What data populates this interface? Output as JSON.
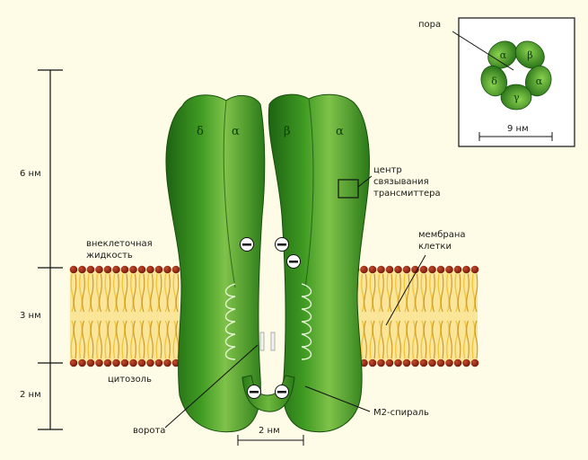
{
  "scale": {
    "top": "6 нм",
    "middle": "3 нм",
    "bottom": "2 нм"
  },
  "labels": {
    "extracellular": [
      "внеклеточная",
      "жидкость"
    ],
    "cytosol": "цитозоль",
    "gate": "ворота",
    "m2": "M2-спираль",
    "membrane": [
      "мембрана",
      "клетки"
    ],
    "binding_site": [
      "центр",
      "связывания",
      "трансмиттера"
    ],
    "width": "2 нм"
  },
  "subunits": [
    "δ",
    "α",
    "β",
    "α"
  ],
  "inset": {
    "pore": "пора",
    "subunits": [
      "α",
      "β",
      "α",
      "γ",
      "δ"
    ],
    "size": "9 нм"
  },
  "charge_symbol": "−",
  "colors": {
    "background": "#fefce6",
    "protein_dark": "#1f6a14",
    "protein_light": "#7fc24a",
    "lipid_head": "#8a2416",
    "lipid_tail": "#f0c53a"
  }
}
